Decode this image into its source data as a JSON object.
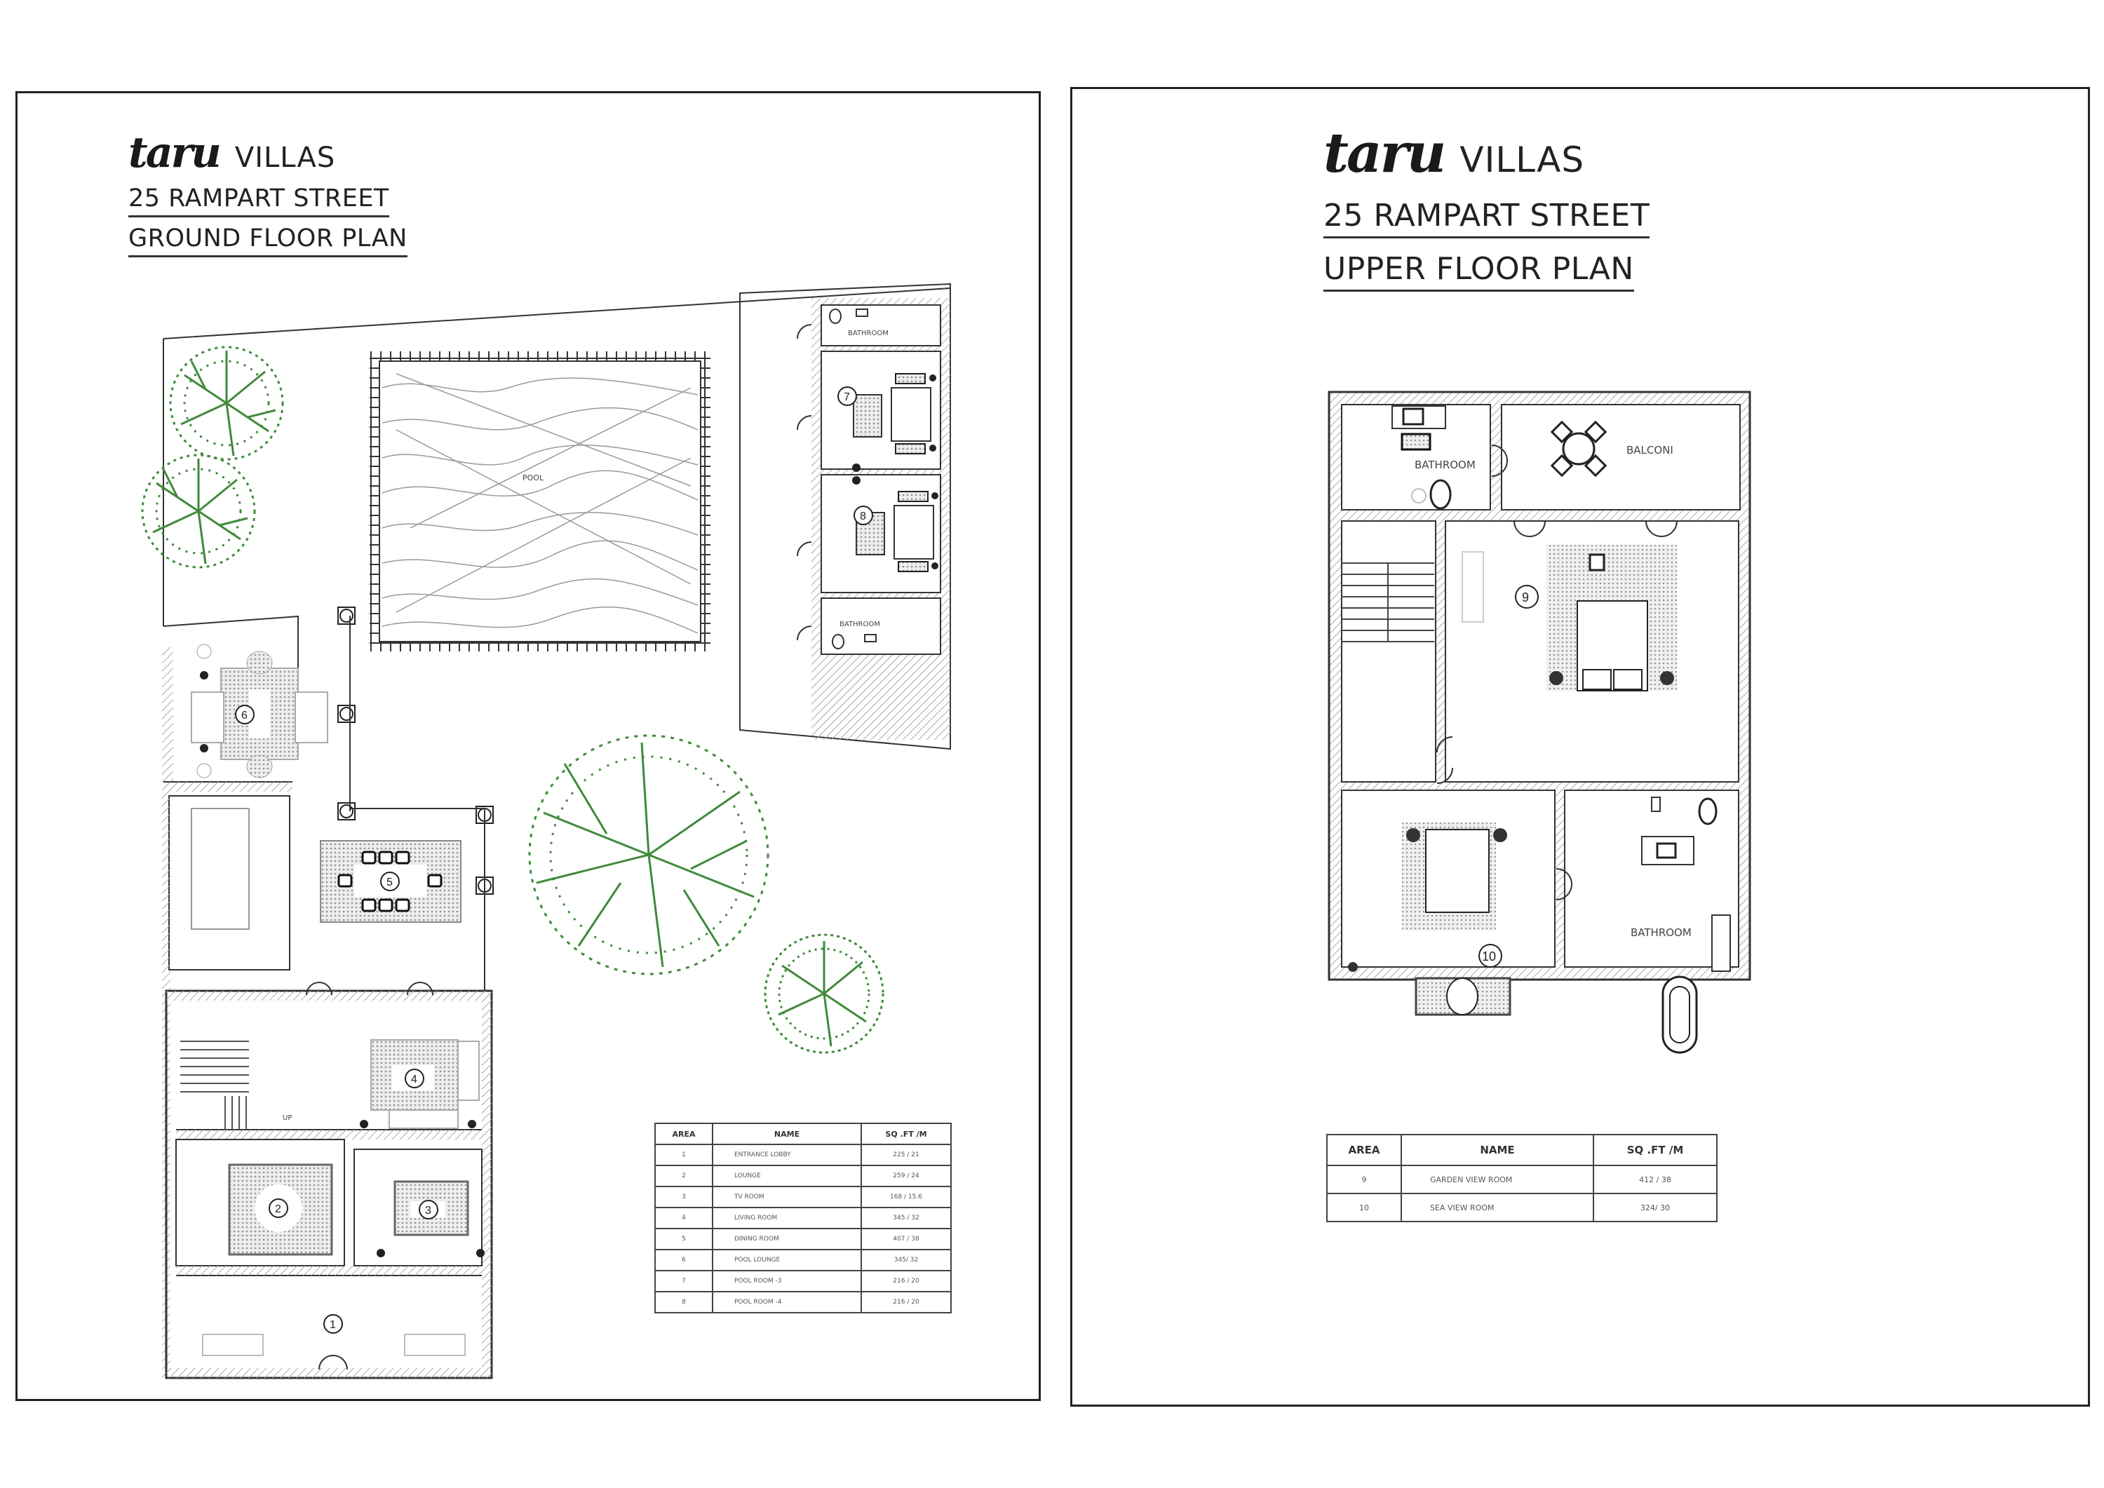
{
  "brand": {
    "logo_text": "taru",
    "name": "VILLAS"
  },
  "ground_floor": {
    "address": "25 RAMPART STREET",
    "plan_title": "GROUND FLOOR PLAN",
    "labels": {
      "pool": "POOL",
      "bathroom_top": "BATHROOM",
      "bathroom_bottom": "BATHROOM",
      "stair_up": "UP"
    },
    "room_markers": [
      "1",
      "2",
      "3",
      "4",
      "5",
      "6",
      "7",
      "8"
    ],
    "table": {
      "headers": {
        "area": "AREA",
        "name": "NAME",
        "size": "SQ .FT /M"
      },
      "rows": [
        {
          "area": "1",
          "name": "ENTRANCE LOBBY",
          "size": "225 / 21"
        },
        {
          "area": "2",
          "name": "LOUNGE",
          "size": "259 / 24"
        },
        {
          "area": "3",
          "name": "TV ROOM",
          "size": "168 / 15.6"
        },
        {
          "area": "4",
          "name": "LIVING ROOM",
          "size": "345 / 32"
        },
        {
          "area": "5",
          "name": "DINING ROOM",
          "size": "407 / 38"
        },
        {
          "area": "6",
          "name": "POOL LOUNGE",
          "size": "345/ 32"
        },
        {
          "area": "7",
          "name": "POOL ROOM -3",
          "size": "216 / 20"
        },
        {
          "area": "8",
          "name": "POOL ROOM -4",
          "size": "216 / 20"
        }
      ]
    }
  },
  "upper_floor": {
    "address": "25 RAMPART STREET",
    "plan_title": "UPPER FLOOR PLAN",
    "labels": {
      "bathroom_top": "BATHROOM",
      "balcony": "BALCONI",
      "bathroom_main": "BATHROOM"
    },
    "room_markers": [
      "9",
      "10"
    ],
    "table": {
      "headers": {
        "area": "AREA",
        "name": "NAME",
        "size": "SQ .FT /M"
      },
      "rows": [
        {
          "area": "9",
          "name": "GARDEN VIEW ROOM",
          "size": "412 / 38"
        },
        {
          "area": "10",
          "name": "SEA VIEW ROOM",
          "size": "324/ 30"
        }
      ]
    }
  },
  "colors": {
    "line": "#2a2a2a",
    "tree_green": "#3f8a3a",
    "hatch": "#9a9a9a",
    "rug": "#cfcfcf"
  }
}
